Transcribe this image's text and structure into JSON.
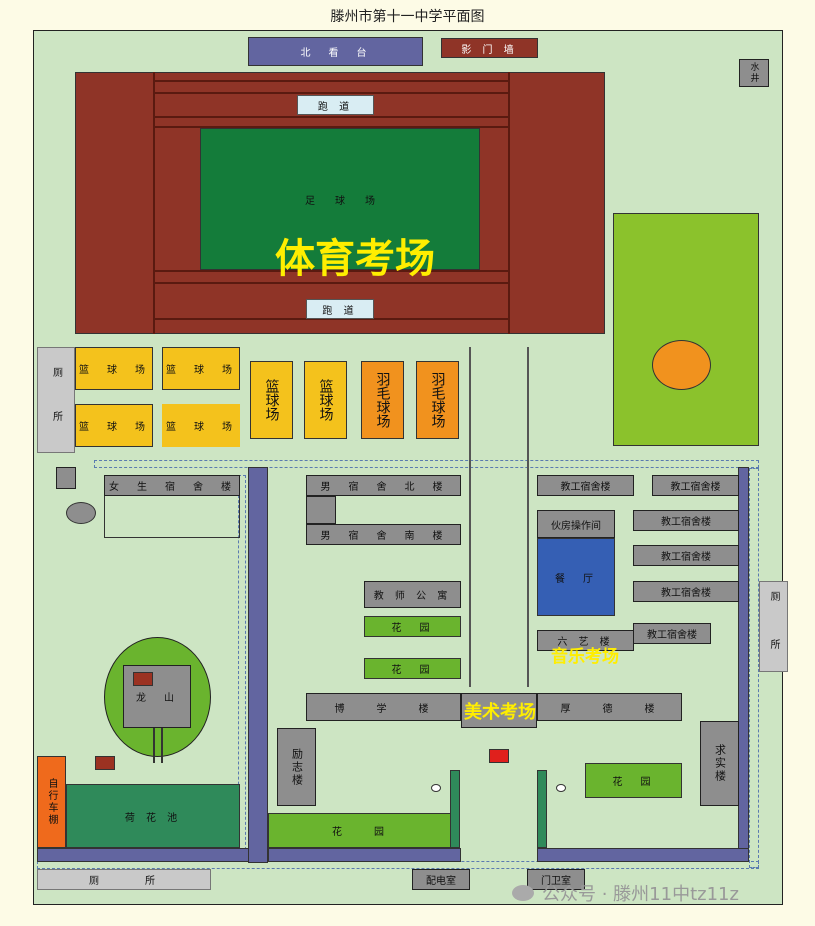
{
  "title": "滕州市第十一中学平面图",
  "labels": {
    "north_stand": "北　看　台",
    "screen_wall": "影 门 墙",
    "well": "水井",
    "track_top": "跑 道",
    "track_bottom": "跑 道",
    "football": "足　　球　　场",
    "toilet_left": "厕　所",
    "bball_1": "篮　球　场",
    "bball_2": "篮　球　场",
    "bball_3": "篮　球　场",
    "bball_4": "篮　球　场",
    "bball_v1": "篮球场",
    "bball_v2": "篮球场",
    "badminton_1": "羽毛球场",
    "badminton_2": "羽毛球场",
    "girls_dorm": "女　生　宿　舍　楼",
    "boys_north": "男　宿　舍　北　楼",
    "boys_south": "男　宿　舍　南　楼",
    "teacher_apt": "教 师 公 寓",
    "garden_1": "花　园",
    "garden_2": "花　园",
    "staff_dorm_1": "教工宿舍楼",
    "staff_dorm_2": "教工宿舍楼",
    "staff_dorm_3": "教工宿舍楼",
    "staff_dorm_4": "教工宿舍楼",
    "staff_dorm_5": "教工宿舍楼",
    "staff_dorm_6": "教工宿舍楼",
    "kitchen_ops": "伙房操作间",
    "canteen": "餐　厅",
    "liuyi": "六 艺 楼",
    "toilet_right": "厕　所",
    "dragon_hill": "龙　山",
    "boxue": "博　　学　　楼",
    "houde": "厚　　德　　楼",
    "lizhi": "励志楼",
    "qiushi": "求实楼",
    "garden_mid": "花　园",
    "garden_bottom": "花　　园",
    "lotus_pond": "荷 花 池",
    "bike_shed": "自行车棚",
    "toilet_bottom": "厕　　　所",
    "power_room": "配电室",
    "guard_room": "门卫室",
    "overlay_pe": "体育考场",
    "overlay_music": "音乐考场",
    "overlay_art": "美术考场",
    "watermark": "公众号 · 滕州11中tz11z"
  },
  "colors": {
    "ground": "#cde5c3",
    "track": "#8f3427",
    "football_field": "#147c3a",
    "building": "#8e8e8e",
    "road": "#6265a0",
    "exam_overlay": "#ffee00"
  }
}
